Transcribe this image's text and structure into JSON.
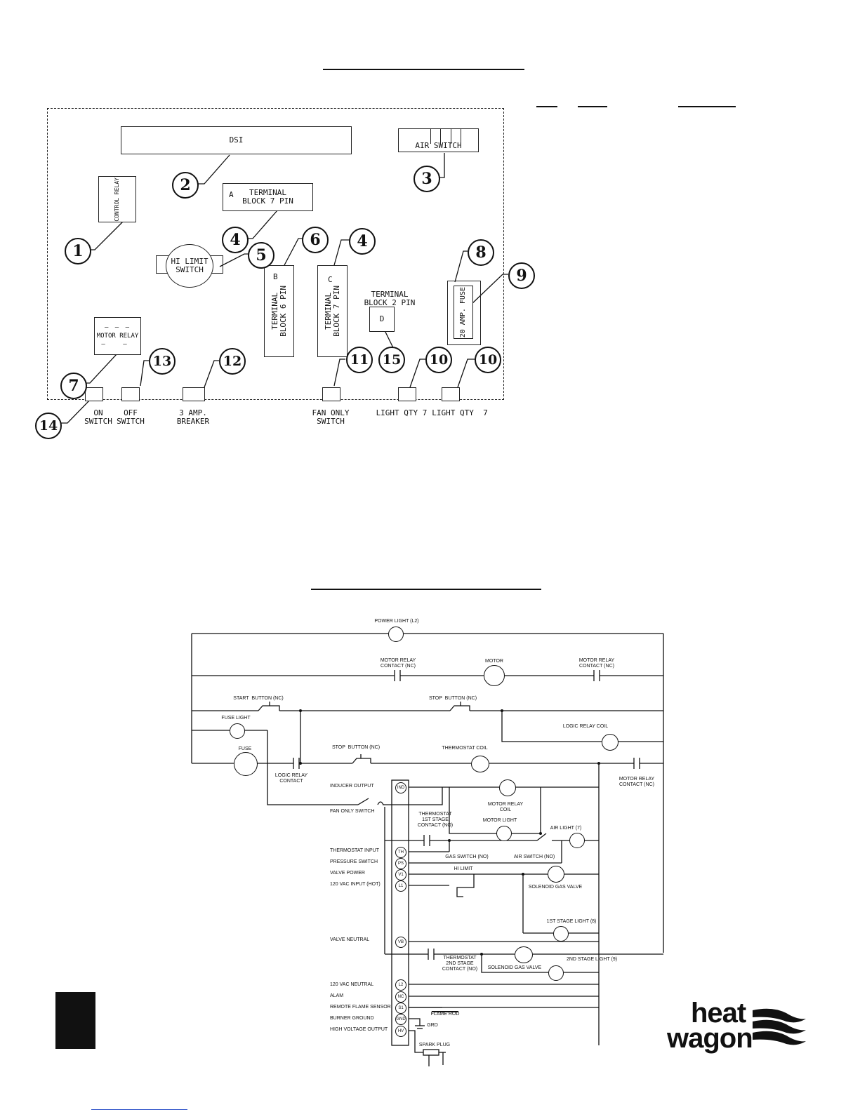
{
  "layout": {
    "dsi": "DSI",
    "air_switch": "AIR SWITCH",
    "control_relay": "CONTROL RELAY",
    "terminal_block_a": {
      "letter": "A",
      "label": "TERMINAL\nBLOCK 7 PIN"
    },
    "hi_limit": "HI LIMIT\nSWITCH",
    "terminal_block_b": {
      "letter": "B",
      "label": "TERMINAL\nBLOCK 6 PIN"
    },
    "terminal_block_c": {
      "letter": "C",
      "label": "TERMINAL\nBLOCK 7 PIN"
    },
    "terminal_block_d": {
      "letter": "D",
      "label": "TERMINAL\nBLOCK 2 PIN"
    },
    "fuse": "20 AMP. FUSE",
    "motor_relay": "MOTOR RELAY",
    "callouts": [
      "1",
      "2",
      "3",
      "4",
      "5",
      "6",
      "4",
      "8",
      "9",
      "7",
      "13",
      "12",
      "11",
      "15",
      "10",
      "10",
      "14"
    ],
    "bottom_labels": {
      "on_switch": "ON\nSWITCH",
      "off_switch": "OFF\nSWITCH",
      "breaker": "3 AMP.\nBREAKER",
      "fan_only": "FAN ONLY\nSWITCH",
      "light1": "LIGHT QTY 7",
      "light2": "LIGHT QTY  7"
    }
  },
  "schematic": {
    "power_light": "POWER LIGHT (L2)",
    "motor_relay_contact_left": "MOTOR RELAY\nCONTACT (NC)",
    "motor": "MOTOR",
    "motor_relay_contact_right": "MOTOR RELAY\nCONTACT (NC)",
    "start_button": "START  BUTTON (NC)",
    "stop_button_top": "STOP  BUTTON (NC)",
    "fuse_light": "FUSE LIGHT",
    "logic_relay_coil": "LOGIC RELAY COIL",
    "fuse": "FUSE",
    "logic_relay_contact": "LOGIC RELAY\nCONTACT",
    "stop_button_mid": "STOP  BUTTON (NC)",
    "thermostat_coil": "THERMOSTAT COIL",
    "motor_relay_contact_nc": "MOTOR RELAY\nCONTACT (NC)",
    "inducer_output": "INDUCER OUTPUT",
    "motor_relay_coil": "MOTOR RELAY\nCOIL",
    "fan_only_switch": "FAN ONLY SWITCH",
    "thermostat_1st": "THERMOSTAT\n1ST STAGE\nCONTACT (NO)",
    "motor_light": "MOTOR LIGHT",
    "air_light": "AIR LIGHT (7)",
    "thermostat_input": "THERMOSTAT INPUT",
    "pressure_switch": "PRESSURE SWITCH",
    "gas_switch": "GAS SWITCH (NO)",
    "air_switch_no": "AIR SWITCH (NO)",
    "valve_power": "VALVE POWER",
    "hi_limit": "HI LIMIT",
    "vac_input": "120 VAC INPUT (HOT)",
    "solenoid_1": "SOLENOID GAS VALVE",
    "first_stage_light": "1ST STAGE LIGHT (8)",
    "valve_neutral": "VALVE NEUTRAL",
    "thermostat_2nd": "THERMOSTAT\n2ND STAGE\nCONTACT (NO)",
    "solenoid_2": "SOLENOID GAS VALVE",
    "second_stage_light": "2ND STAGE LIGHT (9)",
    "vac_neutral": "120 VAC NEUTRAL",
    "alam": "ALAM",
    "remote_flame": "REMOTE FLAME SENSOR",
    "burner_ground": "BURNER GROUND",
    "hv_output": "HIGH VOLTAGE OUTPUT",
    "flame_rod": "FLAME ROD",
    "gnd": "GRD",
    "spark_plug": "SPARK PLUG",
    "terminals": [
      "IND",
      "TH",
      "PS",
      "V1",
      "L1",
      "VB",
      "L2",
      "NC",
      "S1",
      "GND",
      "HV"
    ]
  },
  "brand": {
    "line1": "heat",
    "line2": "wagon"
  }
}
